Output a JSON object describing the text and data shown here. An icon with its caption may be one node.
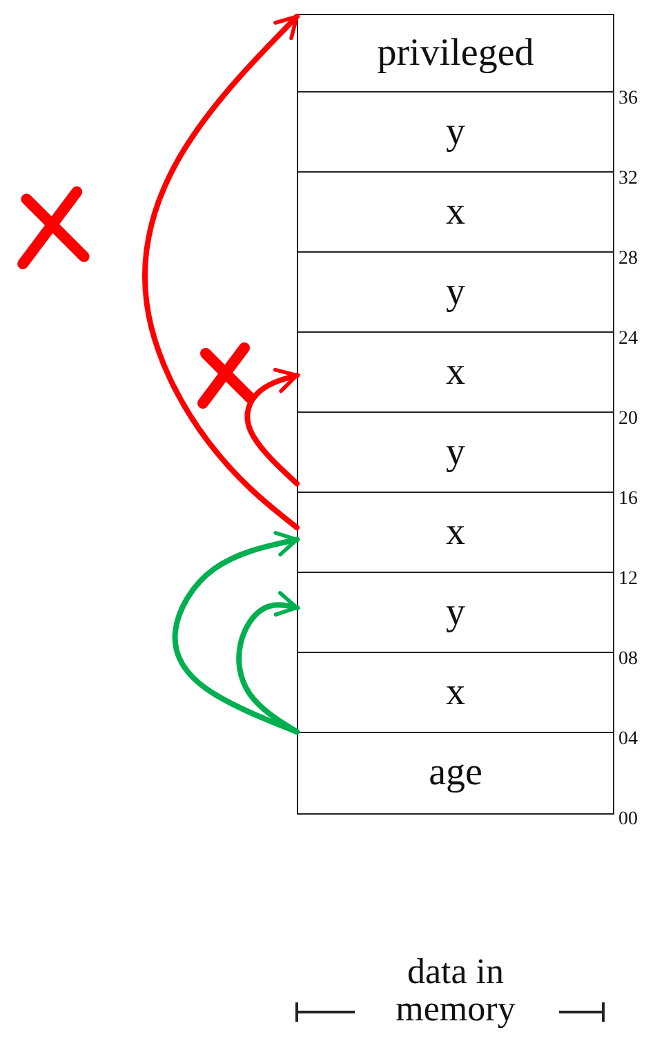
{
  "diagram": {
    "nodes": [
      {
        "text": [
          "privileged"
        ]
      },
      {
        "text": [
          "y"
        ]
      },
      {
        "text": [
          "x"
        ]
      },
      {
        "text": [
          "y"
        ]
      },
      {
        "text": [
          "x"
        ]
      },
      {
        "text": [
          "y"
        ]
      },
      {
        "text": [
          "x"
        ]
      },
      {
        "text": [
          "y"
        ]
      },
      {
        "text": [
          "x"
        ]
      },
      {
        "text": [
          "age"
        ]
      }
    ],
    "edges": [
      {
        "from": 6,
        "to": 0,
        "arrow": "to",
        "color": "#ff0000"
      },
      {
        "from": 5,
        "to": 4,
        "arrow": "to",
        "color": "#ff0000"
      },
      {
        "from": 8,
        "to": 6,
        "arrow": "to",
        "color": "#00b050"
      },
      {
        "from": 8,
        "to": 7,
        "arrow": "to",
        "color": "#00b050"
      }
    ],
    "labels": [
      "36",
      "32",
      "28",
      "24",
      "20",
      "16",
      "12",
      "08",
      "04",
      "00",
      "data in memory"
    ]
  }
}
